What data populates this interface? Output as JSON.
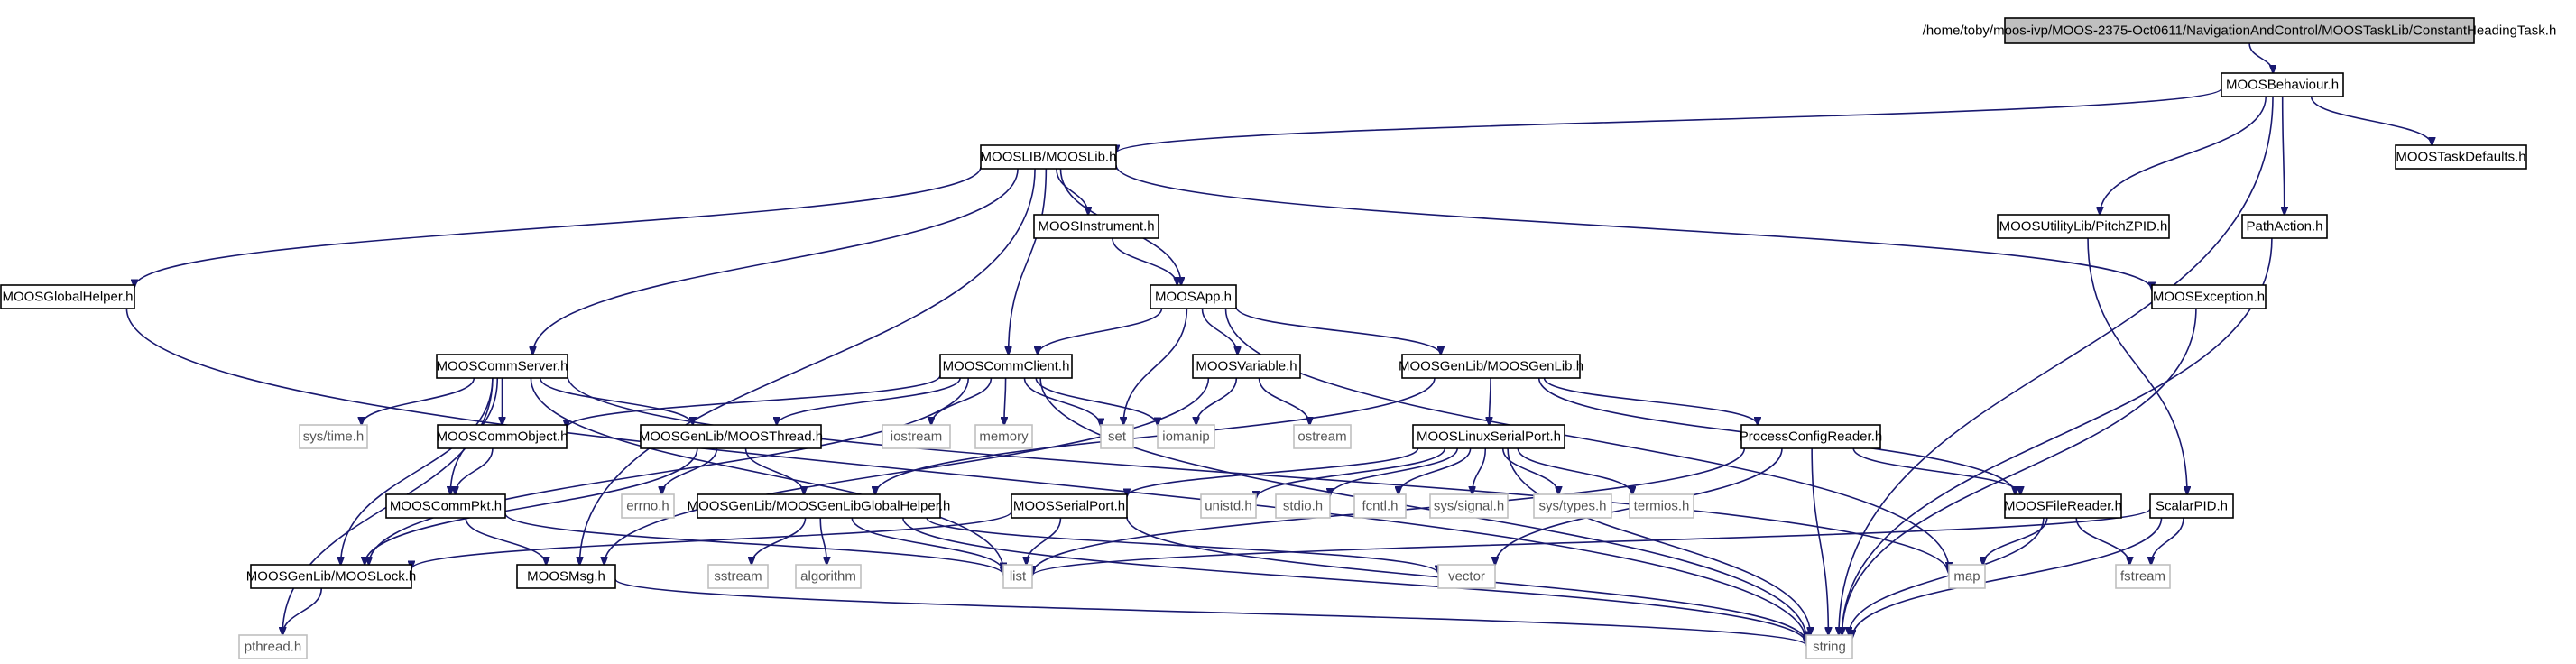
{
  "diagram": {
    "type": "include-dependency-graph",
    "edge_color": "#191970",
    "root_fill": "#bfbfbf",
    "external_border": "#bfbfbf",
    "nodes": [
      {
        "id": "root",
        "label": "/home/toby/moos-ivp/MOOS-2375-Oct0611/NavigationAndControl/MOOSTaskLib/ConstantHeadingTask.h",
        "kind": "root"
      },
      {
        "id": "behaviour",
        "label": "MOOSBehaviour.h",
        "kind": "internal"
      },
      {
        "id": "mooslib",
        "label": "MOOSLIB/MOOSLib.h",
        "kind": "internal"
      },
      {
        "id": "taskdefaults",
        "label": "MOOSTaskDefaults.h",
        "kind": "internal"
      },
      {
        "id": "pitchzpid",
        "label": "MOOSUtilityLib/PitchZPID.h",
        "kind": "internal"
      },
      {
        "id": "pathaction",
        "label": "PathAction.h",
        "kind": "internal"
      },
      {
        "id": "globalhelper",
        "label": "MOOSGlobalHelper.h",
        "kind": "internal"
      },
      {
        "id": "instrument",
        "label": "MOOSInstrument.h",
        "kind": "internal"
      },
      {
        "id": "exception",
        "label": "MOOSException.h",
        "kind": "internal"
      },
      {
        "id": "app",
        "label": "MOOSApp.h",
        "kind": "internal"
      },
      {
        "id": "commserver",
        "label": "MOOSCommServer.h",
        "kind": "internal"
      },
      {
        "id": "commclient",
        "label": "MOOSCommClient.h",
        "kind": "internal"
      },
      {
        "id": "variable",
        "label": "MOOSVariable.h",
        "kind": "internal"
      },
      {
        "id": "genlib",
        "label": "MOOSGenLib/MOOSGenLib.h",
        "kind": "internal"
      },
      {
        "id": "systime",
        "label": "sys/time.h",
        "kind": "external"
      },
      {
        "id": "commobject",
        "label": "MOOSCommObject.h",
        "kind": "internal"
      },
      {
        "id": "thread",
        "label": "MOOSGenLib/MOOSThread.h",
        "kind": "internal"
      },
      {
        "id": "iostream",
        "label": "iostream",
        "kind": "external"
      },
      {
        "id": "memory",
        "label": "memory",
        "kind": "external"
      },
      {
        "id": "set",
        "label": "set",
        "kind": "external"
      },
      {
        "id": "iomanip",
        "label": "iomanip",
        "kind": "external"
      },
      {
        "id": "ostream",
        "label": "ostream",
        "kind": "external"
      },
      {
        "id": "linuxserial",
        "label": "MOOSLinuxSerialPort.h",
        "kind": "internal"
      },
      {
        "id": "configreader",
        "label": "ProcessConfigReader.h",
        "kind": "internal"
      },
      {
        "id": "commpkt",
        "label": "MOOSCommPkt.h",
        "kind": "internal"
      },
      {
        "id": "errno",
        "label": "errno.h",
        "kind": "external"
      },
      {
        "id": "genlibglobal",
        "label": "MOOSGenLib/MOOSGenLibGlobalHelper.h",
        "kind": "internal"
      },
      {
        "id": "serialport",
        "label": "MOOSSerialPort.h",
        "kind": "internal"
      },
      {
        "id": "unistd",
        "label": "unistd.h",
        "kind": "external"
      },
      {
        "id": "stdio",
        "label": "stdio.h",
        "kind": "external"
      },
      {
        "id": "fcntl",
        "label": "fcntl.h",
        "kind": "external"
      },
      {
        "id": "signal",
        "label": "sys/signal.h",
        "kind": "external"
      },
      {
        "id": "systypes",
        "label": "sys/types.h",
        "kind": "external"
      },
      {
        "id": "termios",
        "label": "termios.h",
        "kind": "external"
      },
      {
        "id": "filereader",
        "label": "MOOSFileReader.h",
        "kind": "internal"
      },
      {
        "id": "scalarpid",
        "label": "ScalarPID.h",
        "kind": "internal"
      },
      {
        "id": "lock",
        "label": "MOOSGenLib/MOOSLock.h",
        "kind": "internal"
      },
      {
        "id": "msg",
        "label": "MOOSMsg.h",
        "kind": "internal"
      },
      {
        "id": "sstream",
        "label": "sstream",
        "kind": "external"
      },
      {
        "id": "algorithm",
        "label": "algorithm",
        "kind": "external"
      },
      {
        "id": "list",
        "label": "list",
        "kind": "external"
      },
      {
        "id": "vector",
        "label": "vector",
        "kind": "external"
      },
      {
        "id": "map",
        "label": "map",
        "kind": "external"
      },
      {
        "id": "fstream",
        "label": "fstream",
        "kind": "external"
      },
      {
        "id": "pthread",
        "label": "pthread.h",
        "kind": "external"
      },
      {
        "id": "string",
        "label": "string",
        "kind": "external"
      }
    ],
    "edges": [
      [
        "root",
        "behaviour"
      ],
      [
        "behaviour",
        "mooslib"
      ],
      [
        "behaviour",
        "pitchzpid"
      ],
      [
        "behaviour",
        "pathaction"
      ],
      [
        "behaviour",
        "taskdefaults"
      ],
      [
        "behaviour",
        "string"
      ],
      [
        "mooslib",
        "globalhelper"
      ],
      [
        "mooslib",
        "instrument"
      ],
      [
        "mooslib",
        "app"
      ],
      [
        "mooslib",
        "commclient"
      ],
      [
        "mooslib",
        "commserver"
      ],
      [
        "mooslib",
        "msg"
      ],
      [
        "mooslib",
        "exception"
      ],
      [
        "instrument",
        "app"
      ],
      [
        "app",
        "commclient"
      ],
      [
        "app",
        "variable"
      ],
      [
        "app",
        "genlib"
      ],
      [
        "app",
        "set"
      ],
      [
        "app",
        "map"
      ],
      [
        "commserver",
        "commobject"
      ],
      [
        "commserver",
        "thread"
      ],
      [
        "commserver",
        "commpkt"
      ],
      [
        "commserver",
        "lock"
      ],
      [
        "commserver",
        "systime"
      ],
      [
        "commserver",
        "pthread"
      ],
      [
        "commserver",
        "list"
      ],
      [
        "commserver",
        "map"
      ],
      [
        "commclient",
        "commobject"
      ],
      [
        "commclient",
        "thread"
      ],
      [
        "commclient",
        "lock"
      ],
      [
        "commclient",
        "iostream"
      ],
      [
        "commclient",
        "memory"
      ],
      [
        "commclient",
        "set"
      ],
      [
        "commclient",
        "iomanip"
      ],
      [
        "commclient",
        "string"
      ],
      [
        "variable",
        "iomanip"
      ],
      [
        "variable",
        "ostream"
      ],
      [
        "variable",
        "msg"
      ],
      [
        "genlib",
        "linuxserial"
      ],
      [
        "genlib",
        "configreader"
      ],
      [
        "genlib",
        "filereader"
      ],
      [
        "genlib",
        "genlibglobal"
      ],
      [
        "commobject",
        "commpkt"
      ],
      [
        "commpkt",
        "msg"
      ],
      [
        "commpkt",
        "list"
      ],
      [
        "thread",
        "errno"
      ],
      [
        "thread",
        "genlibglobal"
      ],
      [
        "thread",
        "lock"
      ],
      [
        "genlibglobal",
        "sstream"
      ],
      [
        "genlibglobal",
        "algorithm"
      ],
      [
        "genlibglobal",
        "list"
      ],
      [
        "genlibglobal",
        "vector"
      ],
      [
        "genlibglobal",
        "string"
      ],
      [
        "linuxserial",
        "serialport"
      ],
      [
        "linuxserial",
        "unistd"
      ],
      [
        "linuxserial",
        "stdio"
      ],
      [
        "linuxserial",
        "fcntl"
      ],
      [
        "linuxserial",
        "signal"
      ],
      [
        "linuxserial",
        "systypes"
      ],
      [
        "linuxserial",
        "termios"
      ],
      [
        "linuxserial",
        "string"
      ],
      [
        "serialport",
        "list"
      ],
      [
        "serialport",
        "lock"
      ],
      [
        "serialport",
        "string"
      ],
      [
        "configreader",
        "filereader"
      ],
      [
        "configreader",
        "list"
      ],
      [
        "configreader",
        "vector"
      ],
      [
        "configreader",
        "string"
      ],
      [
        "filereader",
        "map"
      ],
      [
        "filereader",
        "fstream"
      ],
      [
        "filereader",
        "string"
      ],
      [
        "pitchzpid",
        "scalarpid"
      ],
      [
        "scalarpid",
        "list"
      ],
      [
        "scalarpid",
        "fstream"
      ],
      [
        "scalarpid",
        "string"
      ],
      [
        "pathaction",
        "string"
      ],
      [
        "exception",
        "string"
      ],
      [
        "globalhelper",
        "string"
      ],
      [
        "lock",
        "pthread"
      ],
      [
        "msg",
        "string"
      ]
    ]
  }
}
